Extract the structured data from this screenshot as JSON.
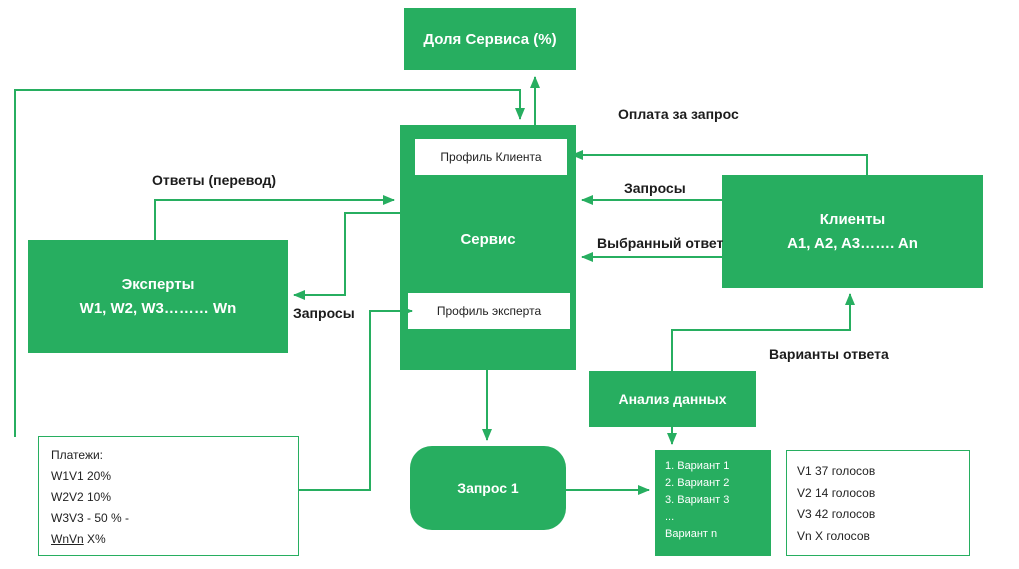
{
  "colors": {
    "green": "#27ae60",
    "label_text": "#1c1c1c"
  },
  "boxes": {
    "service_share": {
      "label": "Доля Сервиса (%)"
    },
    "service": {
      "label": "Сервис",
      "client_profile": "Профиль Клиента",
      "expert_profile": "Профиль эксперта"
    },
    "experts": {
      "title": "Эксперты",
      "subtitle": "W1, W2, W3……… Wn"
    },
    "clients": {
      "title": "Клиенты",
      "subtitle": "A1, A2, A3……. An"
    },
    "data_analysis": {
      "label": "Анализ данных"
    },
    "request": {
      "label": "Запрос 1"
    },
    "variants": {
      "items": [
        "1. Вариант 1",
        "2. Вариант 2",
        "3. Вариант 3",
        "...",
        "Вариант n"
      ]
    },
    "votes": {
      "items": [
        "V1 37 голосов",
        "V2 14 голосов",
        "V3 42 голосов",
        "Vn X голосов"
      ]
    },
    "payments": {
      "title": "Платежи:",
      "items": [
        "W1V1 20%",
        "W2V2 10%",
        "W3V3 - 50 % -"
      ],
      "last_underlined": "WnVn",
      "last_suffix": " X%"
    }
  },
  "labels": {
    "payment_per_request": "Оплата за запрос",
    "requests_from_clients": "Запросы",
    "chosen_answer": "Выбранный ответ",
    "answers_translation": "Ответы (перевод)",
    "requests_to_experts": "Запросы",
    "answer_variants": "Варианты ответа"
  }
}
